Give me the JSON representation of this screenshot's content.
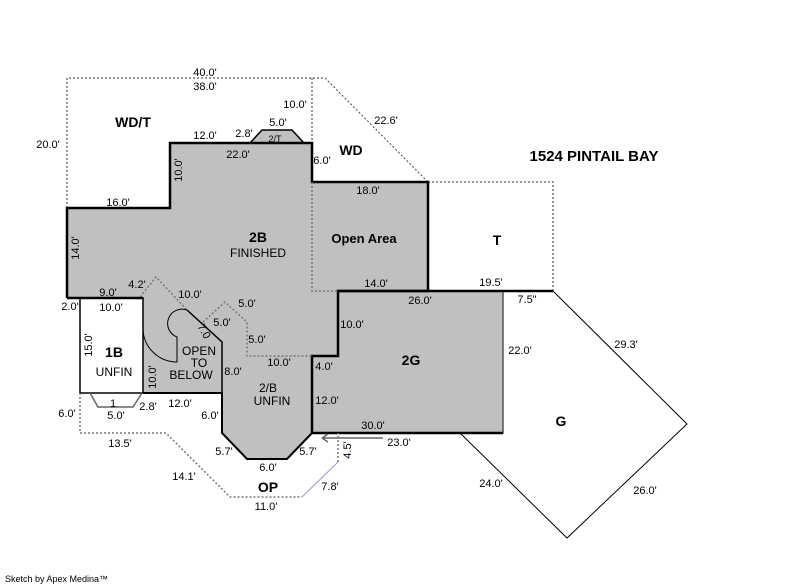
{
  "title": "1524 PINTAIL BAY",
  "credit": "Sketch by Apex Medina™",
  "colors": {
    "finished_area": "#c0c0c0",
    "outline": "#000000"
  },
  "rooms": {
    "wd_t": "WD/T",
    "wd": "WD",
    "two_b": "2B",
    "two_b_sub": "FINISHED",
    "open_area": "Open Area",
    "t": "T",
    "one_b": "1B",
    "one_b_sub": "UNFIN",
    "open_to_below": [
      "OPEN",
      "TO",
      "BELOW"
    ],
    "two_slash_b": "2/B",
    "two_slash_b_sub": "UNFIN",
    "two_g": "2G",
    "g": "G",
    "op": "OP",
    "two_t": "2/T"
  },
  "dimensions": [
    "40.0'",
    "38.0'",
    "10.0'",
    "22.6'",
    "20.0'",
    "12.0'",
    "2.8'",
    "5.0'",
    "22.0'",
    "6.0'",
    "10.0'",
    "18.0'",
    "16.0'",
    "14.0'",
    "14.0'",
    "19.5'",
    "7.5\"",
    "26.0'",
    "2.0'",
    "9.0'",
    "4.2'",
    "10.0'",
    "10.0'",
    "5.0'",
    "5.0'",
    "10.0'",
    "7.0",
    "5.0'",
    "15.0'",
    "10.0'",
    "8.0'",
    "10.0'",
    "4.0'",
    "22.0'",
    "29.3'",
    "12.0'",
    "12.0'",
    "1",
    "2.8'",
    "5.0'",
    "6.0'",
    "6.0'",
    "30.0'",
    "23.0'",
    "4.5'",
    "13.5'",
    "5.7'",
    "5.7'",
    "6.0'",
    "14.1'",
    "7.8'",
    "24.0'",
    "26.0'",
    "11.0'"
  ]
}
